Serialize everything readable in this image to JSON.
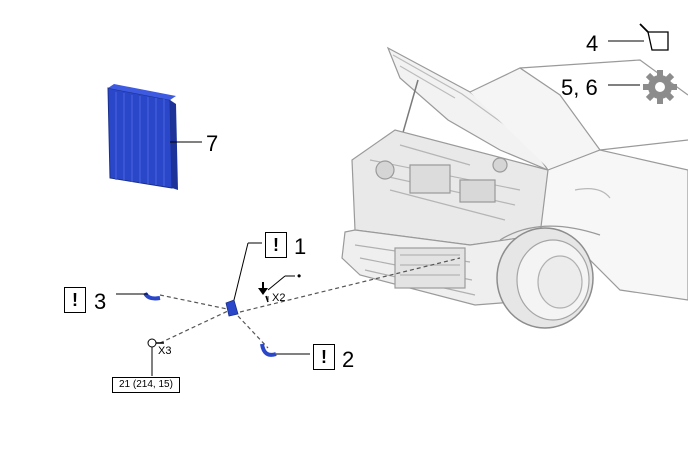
{
  "callouts": {
    "c1": "1",
    "c2": "2",
    "c3": "3",
    "c4": "4",
    "c56": "5, 6",
    "c7": "7"
  },
  "warning_symbol": "!",
  "fasteners": {
    "x2": "X2",
    "x3": "X3",
    "dot": "•"
  },
  "torque_spec": "21 (214, 15)",
  "icons": {
    "lubricant": "oil-can-icon",
    "component": "gear-icon",
    "direction": "arrow-down-icon"
  },
  "colors": {
    "part_blue": "#2a47c9",
    "line": "#555555",
    "car_outline": "#9a9a9a"
  }
}
